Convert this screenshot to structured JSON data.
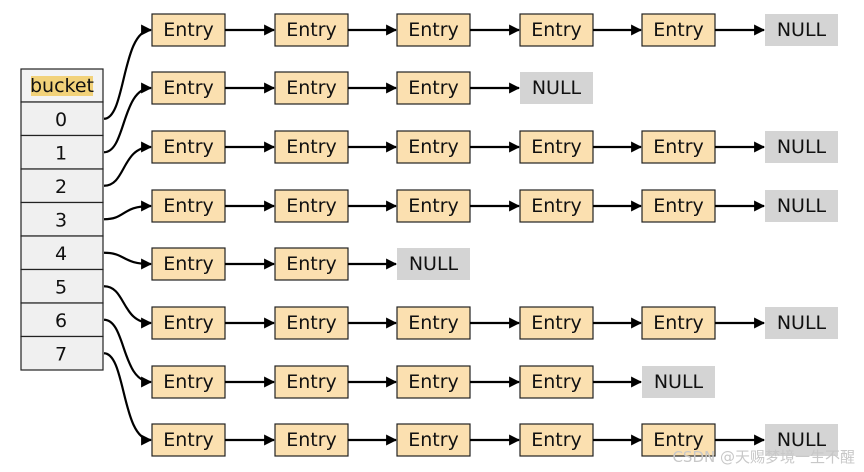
{
  "bucket_header": "bucket",
  "bucket_indices": [
    "0",
    "1",
    "2",
    "3",
    "4",
    "5",
    "6",
    "7"
  ],
  "entry_label": "Entry",
  "null_label": "NULL",
  "chain_lengths": [
    5,
    3,
    5,
    5,
    2,
    5,
    4,
    5
  ],
  "bucket_to_row": [
    1,
    2,
    3,
    4,
    5,
    6,
    7,
    8
  ],
  "watermark": "CSDN @天赐梦境一生不醒",
  "colors": {
    "entry_fill": "#fbe0b0",
    "null_fill": "#d4d4d4",
    "header_highlight": "#f2d27a"
  }
}
